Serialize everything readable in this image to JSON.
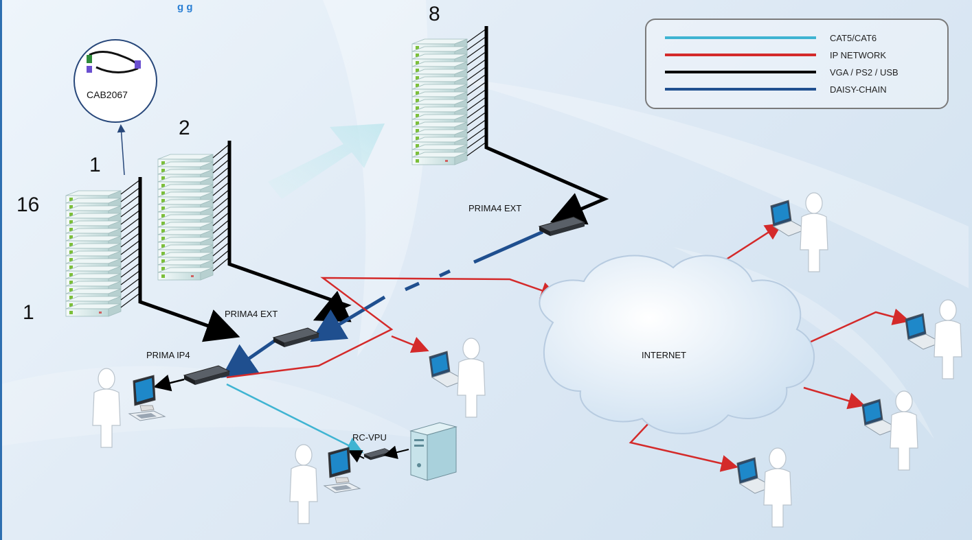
{
  "header": {
    "title_fragment": "g g"
  },
  "rack_numbers": {
    "rack1_top": "1",
    "rack1_count": "16",
    "rack1_bottom": "1",
    "rack2": "2",
    "rack3": "8"
  },
  "cable": {
    "label": "CAB2067"
  },
  "devices": {
    "prima4_ext_top": "PRIMA4 EXT",
    "prima4_ext_mid": "PRIMA4 EXT",
    "prima_ip4": "PRIMA IP4",
    "rc_vpu": "RC-VPU",
    "internet": "INTERNET"
  },
  "legend": [
    {
      "label": "CAT5/CAT6",
      "color": "#3fb4d2"
    },
    {
      "label": "IP NETWORK",
      "color": "#d42a2a"
    },
    {
      "label": "VGA / PS2 / USB",
      "color": "#000000"
    },
    {
      "label": "DAISY-CHAIN",
      "color": "#1f4f8f"
    }
  ],
  "icons": [
    "server-rack-icon",
    "kvm-switch-icon",
    "user-icon",
    "monitor-icon",
    "laptop-icon",
    "pc-tower-icon",
    "cloud-icon",
    "cable-icon",
    "arrow-icon"
  ]
}
